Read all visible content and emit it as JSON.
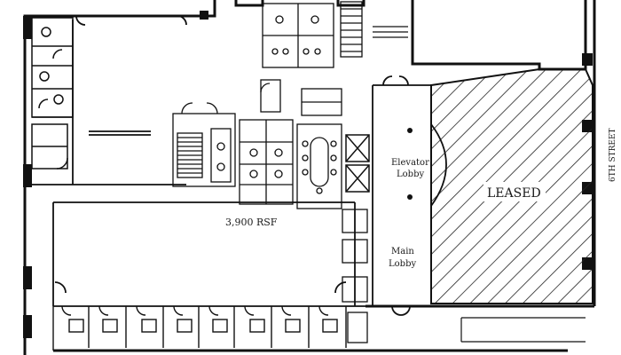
{
  "labels": {
    "elevator_line1": "Elevator",
    "elevator_line2": "Lobby",
    "main_line1": "Main",
    "main_line2": "Lobby",
    "leased": "LEASED",
    "area": "3,900 RSF",
    "street": "6TH STREET"
  }
}
